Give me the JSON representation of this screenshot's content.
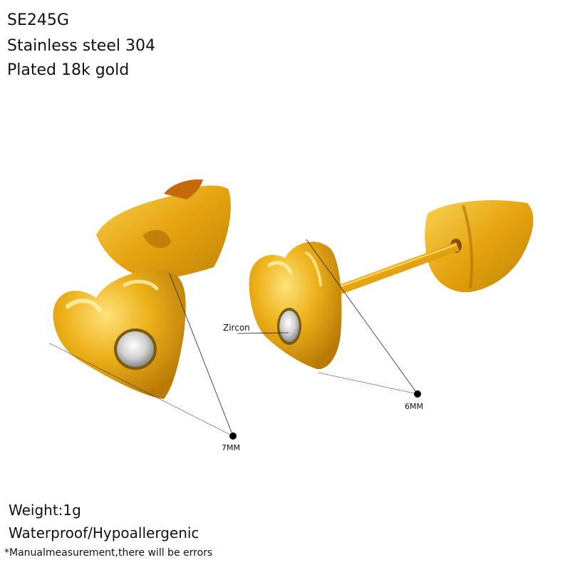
{
  "product": {
    "code": "SE245G",
    "material": "Stainless steel 304",
    "plating": "Plated 18k gold"
  },
  "specs": {
    "weight": "Weight:1g",
    "features": "Waterproof/Hypoallergenic",
    "note": "*Manualmeasurement,there will be errors"
  },
  "annotations": {
    "left_size": "7MM",
    "right_size": "6MM",
    "stone": "Zircon"
  },
  "colors": {
    "gold": "#e8a812",
    "gold_light": "#f7d24a",
    "gold_dark": "#b87a06",
    "crystal": "#dcdcdc",
    "text": "#111111"
  }
}
